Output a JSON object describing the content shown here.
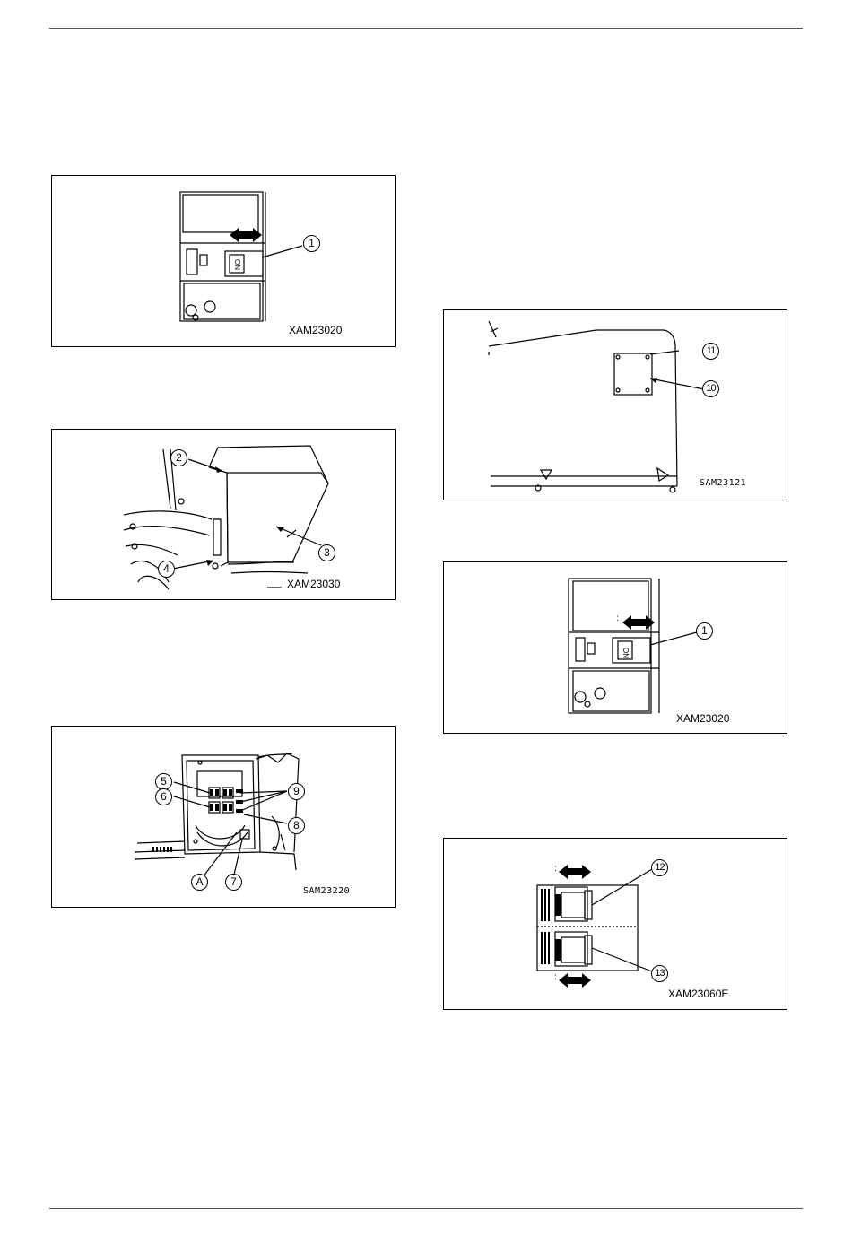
{
  "figures": {
    "fig1": {
      "code": "XAM23020",
      "callouts": [
        "1"
      ],
      "switch_label": "ON"
    },
    "fig2": {
      "code": "XAM23030",
      "callouts": [
        "2",
        "3",
        "4"
      ]
    },
    "fig3": {
      "code": "SAM23220",
      "callouts": [
        "5",
        "6",
        "9",
        "8",
        "A",
        "7"
      ]
    },
    "fig4": {
      "code": "SAM23121",
      "callouts": [
        "11",
        "10"
      ]
    },
    "fig5": {
      "code": "XAM23020",
      "callouts": [
        "1"
      ],
      "switch_label": "ON",
      "arrow_prefix": ":"
    },
    "fig6": {
      "code": "XAM23060E",
      "callouts": [
        "12",
        "13"
      ],
      "arrow_prefix": ":"
    }
  }
}
